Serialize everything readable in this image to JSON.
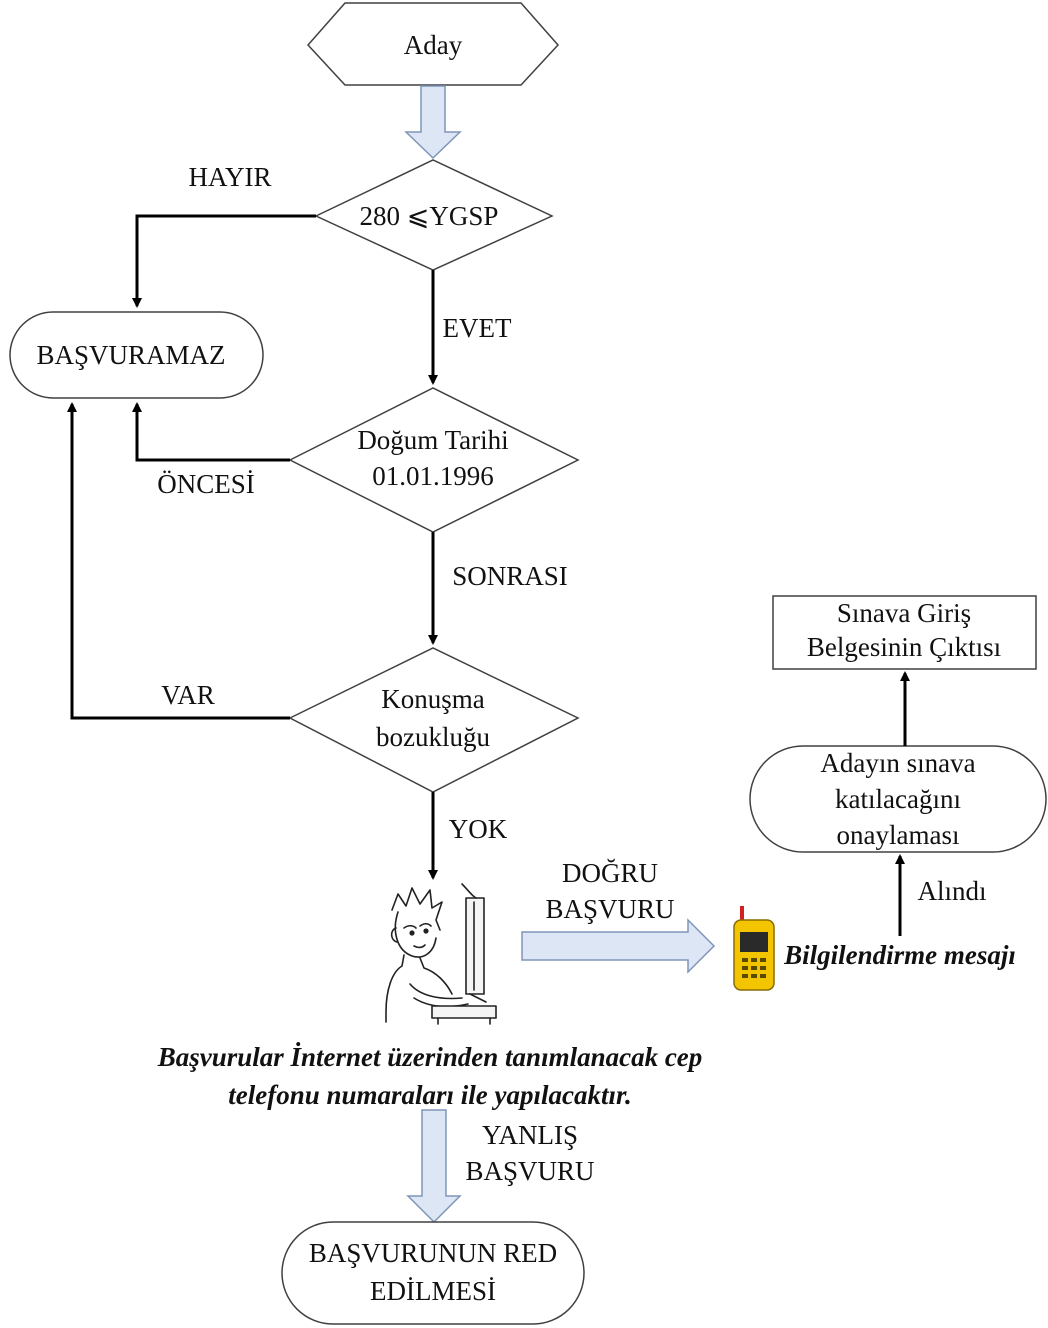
{
  "nodes": {
    "start": "Aday",
    "decision_score": "280 ⩽YGSP",
    "cannot_apply": "BAŞVURAMAZ",
    "decision_birth": [
      "Doğum Tarihi",
      "01.01.1996"
    ],
    "decision_speech": [
      "Konuşma",
      "bozukluğu"
    ],
    "rejection": [
      "BAŞVURUNUN RED",
      "EDİLMESİ"
    ],
    "exam_doc": [
      "Sınava Giriş",
      "Belgesinin Çıktısı"
    ],
    "confirm": [
      "Adayın sınava",
      "katılacağını",
      "onaylaması"
    ]
  },
  "edges": {
    "no": "HAYIR",
    "yes": "EVET",
    "before": "ÖNCESİ",
    "after": "SONRASI",
    "has": "VAR",
    "none": "YOK",
    "correct": [
      "DOĞRU",
      "BAŞVURU"
    ],
    "wrong": [
      "YANLIŞ",
      "BAŞVURU"
    ],
    "received": "Alındı"
  },
  "notes": {
    "sms": "Bilgilendirme mesajı",
    "internet": [
      "Başvurular İnternet üzerinden tanımlanacak cep",
      "telefonu numaraları ile yapılacaktır."
    ]
  },
  "icons": {
    "applicant": "person-at-computer-icon",
    "phone": "mobile-phone-icon"
  },
  "colors": {
    "fat_arrow_fill": "#dce6f5",
    "fat_arrow_stroke": "#7f95b8",
    "phone_body": "#f2c500"
  }
}
